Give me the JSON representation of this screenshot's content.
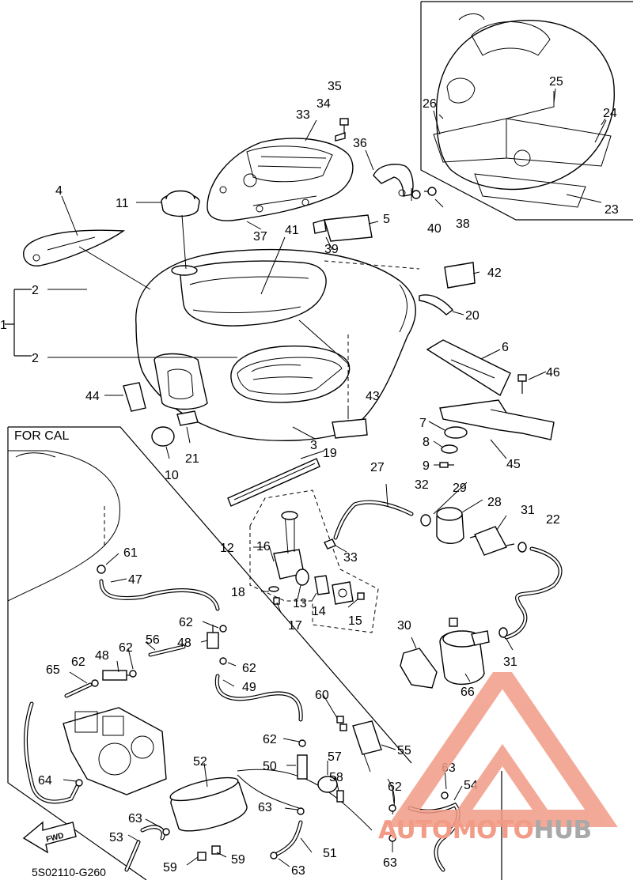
{
  "diagram": {
    "code": "5S02110-G260",
    "inset_label": "FOR CAL",
    "fwd_label": "FWD",
    "callouts": [
      {
        "id": "c1",
        "text": "1"
      },
      {
        "id": "c2a",
        "text": "2"
      },
      {
        "id": "c2b",
        "text": "2"
      },
      {
        "id": "c3",
        "text": "3"
      },
      {
        "id": "c4",
        "text": "4"
      },
      {
        "id": "c5",
        "text": "5"
      },
      {
        "id": "c6",
        "text": "6"
      },
      {
        "id": "c7",
        "text": "7"
      },
      {
        "id": "c8",
        "text": "8"
      },
      {
        "id": "c9",
        "text": "9"
      },
      {
        "id": "c10",
        "text": "10"
      },
      {
        "id": "c11",
        "text": "11"
      },
      {
        "id": "c12",
        "text": "12"
      },
      {
        "id": "c13",
        "text": "13"
      },
      {
        "id": "c14",
        "text": "14"
      },
      {
        "id": "c15",
        "text": "15"
      },
      {
        "id": "c16",
        "text": "16"
      },
      {
        "id": "c17",
        "text": "17"
      },
      {
        "id": "c18",
        "text": "18"
      },
      {
        "id": "c19",
        "text": "19"
      },
      {
        "id": "c20",
        "text": "20"
      },
      {
        "id": "c21",
        "text": "21"
      },
      {
        "id": "c22",
        "text": "22"
      },
      {
        "id": "c23",
        "text": "23"
      },
      {
        "id": "c24",
        "text": "24"
      },
      {
        "id": "c25",
        "text": "25"
      },
      {
        "id": "c26",
        "text": "26"
      },
      {
        "id": "c27",
        "text": "27"
      },
      {
        "id": "c28",
        "text": "28"
      },
      {
        "id": "c29",
        "text": "29"
      },
      {
        "id": "c30",
        "text": "30"
      },
      {
        "id": "c31a",
        "text": "31"
      },
      {
        "id": "c31b",
        "text": "31"
      },
      {
        "id": "c32",
        "text": "32"
      },
      {
        "id": "c33a",
        "text": "33"
      },
      {
        "id": "c33b",
        "text": "33"
      },
      {
        "id": "c34",
        "text": "34"
      },
      {
        "id": "c35",
        "text": "35"
      },
      {
        "id": "c36",
        "text": "36"
      },
      {
        "id": "c37",
        "text": "37"
      },
      {
        "id": "c38",
        "text": "38"
      },
      {
        "id": "c39",
        "text": "39"
      },
      {
        "id": "c40",
        "text": "40"
      },
      {
        "id": "c41",
        "text": "41"
      },
      {
        "id": "c42",
        "text": "42"
      },
      {
        "id": "c43",
        "text": "43"
      },
      {
        "id": "c44",
        "text": "44"
      },
      {
        "id": "c45",
        "text": "45"
      },
      {
        "id": "c46",
        "text": "46"
      },
      {
        "id": "c47",
        "text": "47"
      },
      {
        "id": "c48a",
        "text": "48"
      },
      {
        "id": "c48b",
        "text": "48"
      },
      {
        "id": "c49",
        "text": "49"
      },
      {
        "id": "c50",
        "text": "50"
      },
      {
        "id": "c51",
        "text": "51"
      },
      {
        "id": "c52",
        "text": "52"
      },
      {
        "id": "c53",
        "text": "53"
      },
      {
        "id": "c54",
        "text": "54"
      },
      {
        "id": "c55",
        "text": "55"
      },
      {
        "id": "c56",
        "text": "56"
      },
      {
        "id": "c57",
        "text": "57"
      },
      {
        "id": "c58",
        "text": "58"
      },
      {
        "id": "c59a",
        "text": "59"
      },
      {
        "id": "c59b",
        "text": "59"
      },
      {
        "id": "c60",
        "text": "60"
      },
      {
        "id": "c61",
        "text": "61"
      },
      {
        "id": "c62a",
        "text": "62"
      },
      {
        "id": "c62b",
        "text": "62"
      },
      {
        "id": "c62c",
        "text": "62"
      },
      {
        "id": "c62d",
        "text": "62"
      },
      {
        "id": "c62e",
        "text": "62"
      },
      {
        "id": "c62f",
        "text": "62"
      },
      {
        "id": "c63a",
        "text": "63"
      },
      {
        "id": "c63b",
        "text": "63"
      },
      {
        "id": "c63c",
        "text": "63"
      },
      {
        "id": "c63d",
        "text": "63"
      },
      {
        "id": "c63e",
        "text": "63"
      },
      {
        "id": "c64",
        "text": "64"
      },
      {
        "id": "c65",
        "text": "65"
      },
      {
        "id": "c66",
        "text": "66"
      }
    ]
  },
  "watermark": {
    "text_a": "AUTOMOTO",
    "text_b": "HUB",
    "color_a": "#f29b86",
    "color_b": "#a9a9a9"
  }
}
